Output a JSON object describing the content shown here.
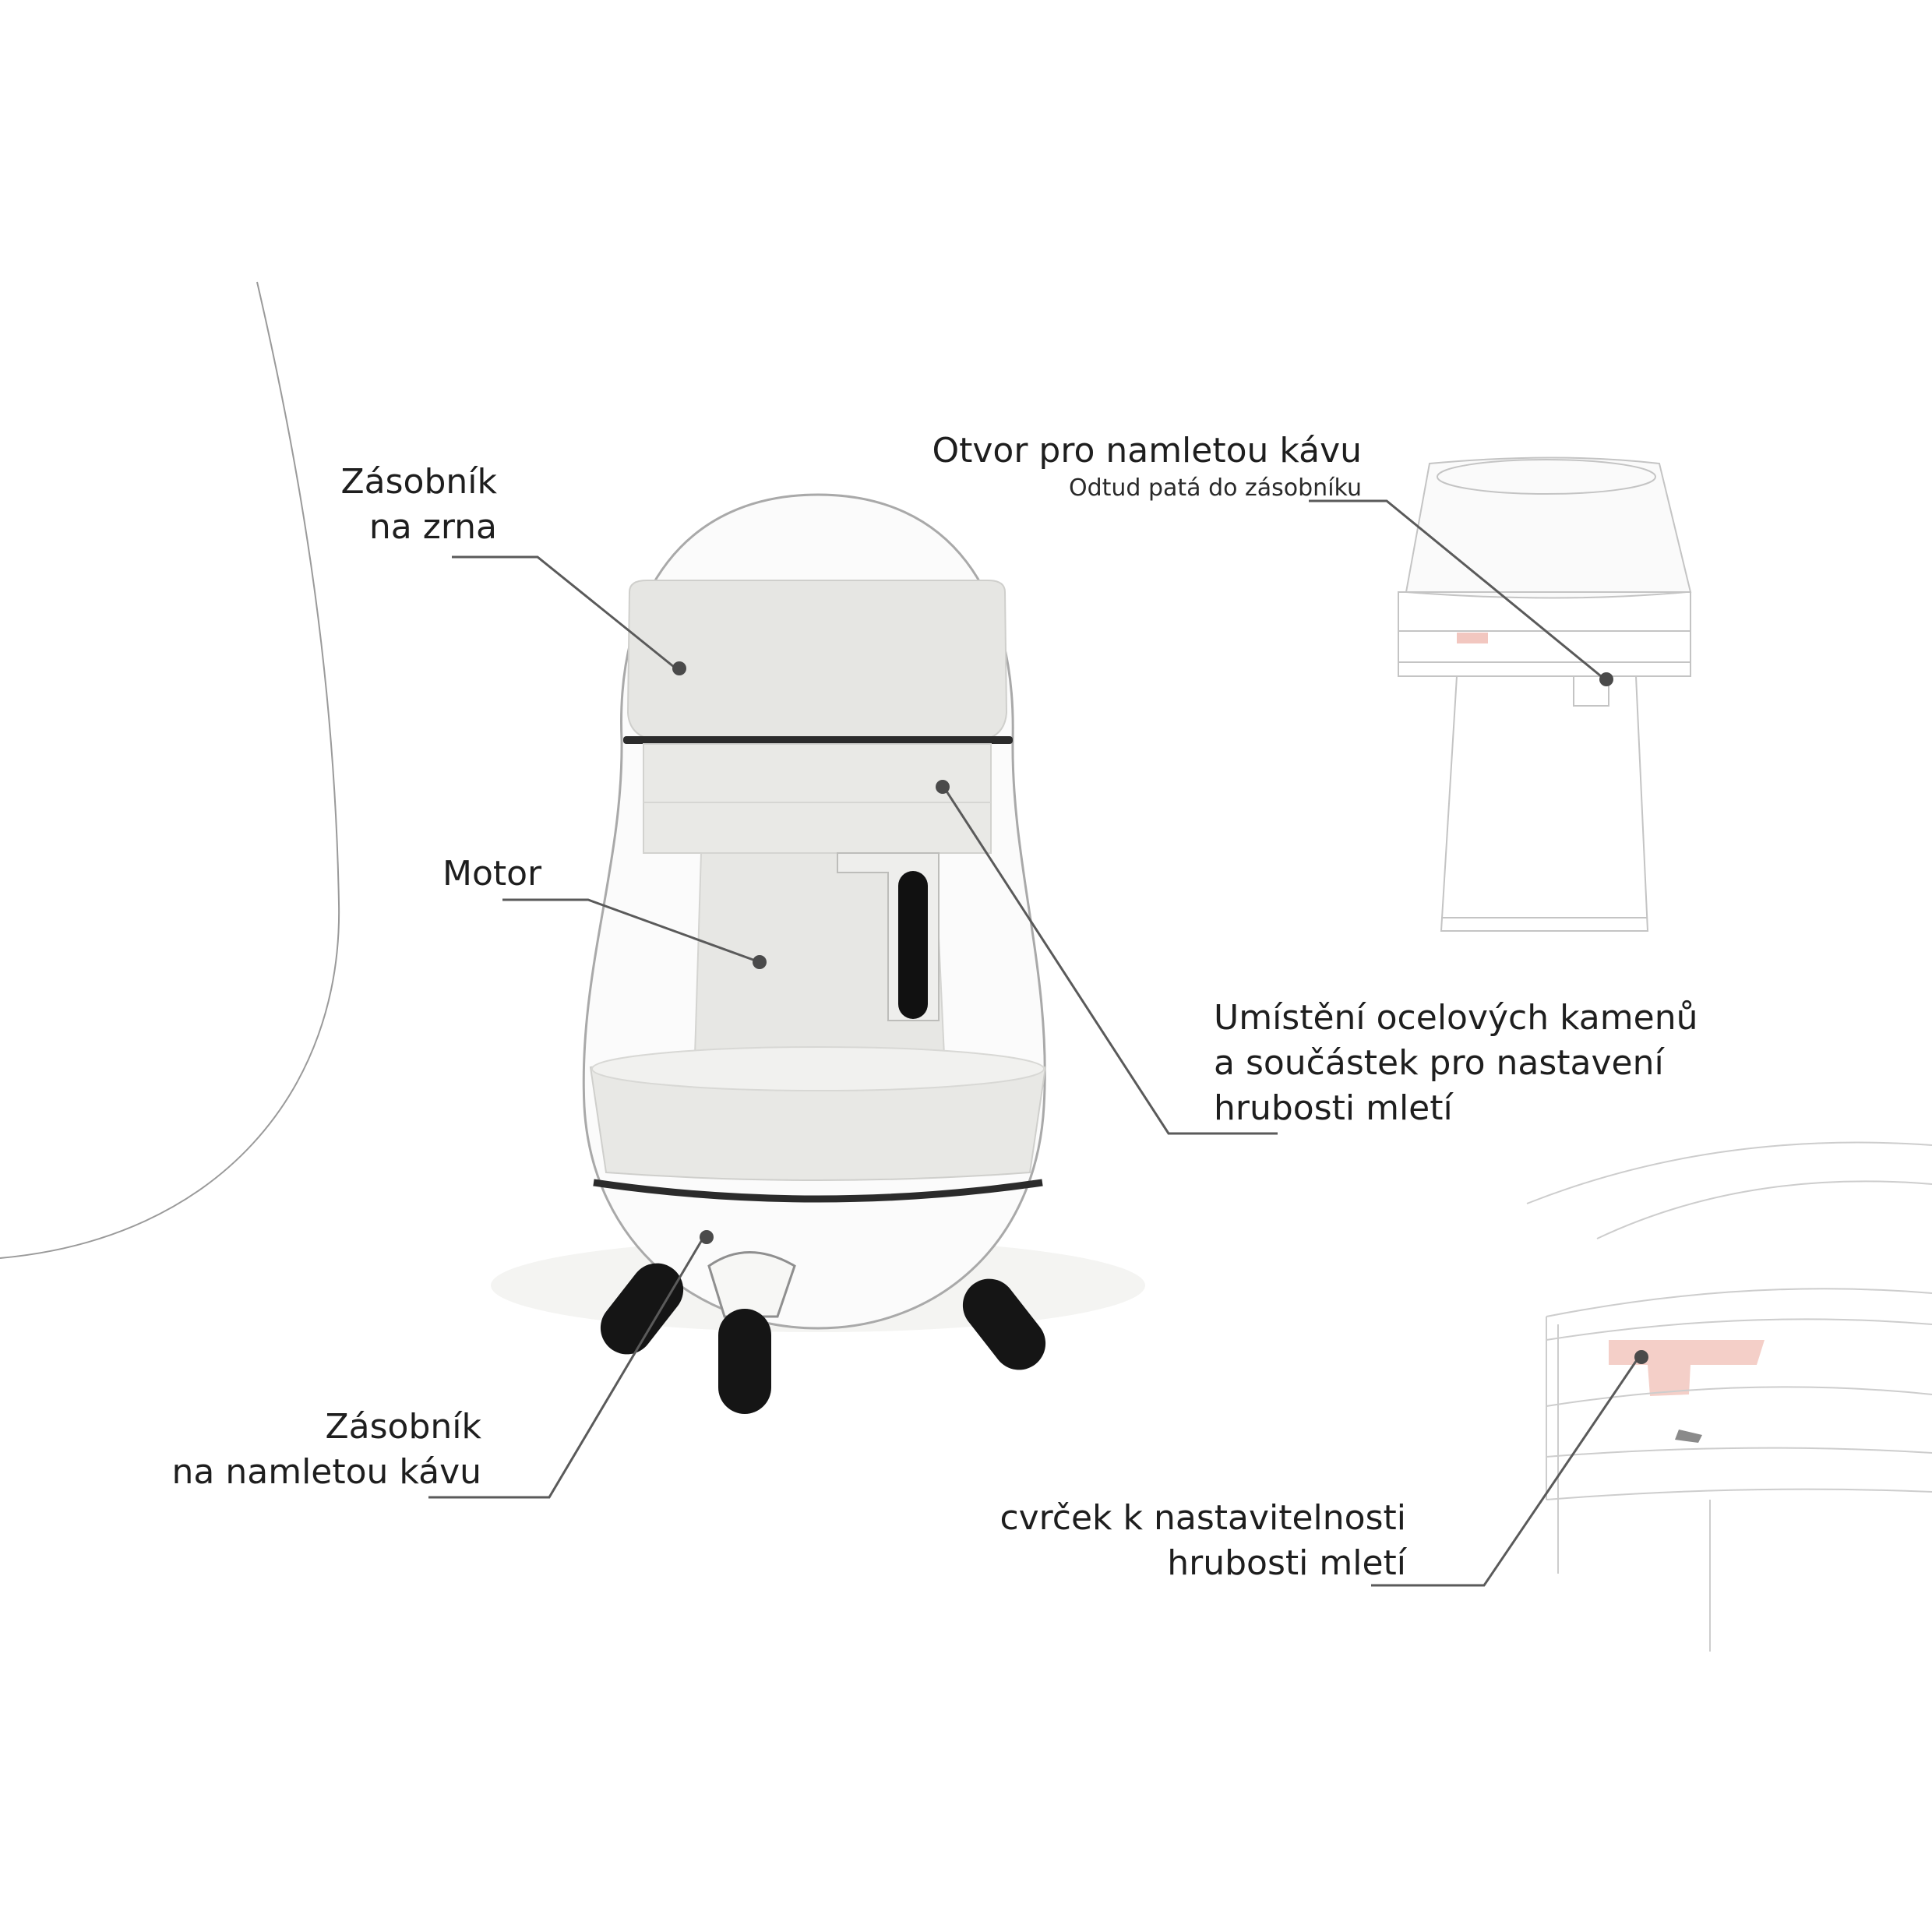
{
  "labels": {
    "bean_hopper": {
      "lines": [
        "Zásobník",
        "na zrna"
      ]
    },
    "motor": {
      "lines": [
        "Motor"
      ]
    },
    "ground_hopper": {
      "lines": [
        "Zásobník",
        "na namletou kávu"
      ]
    },
    "outlet": {
      "title": "Otvor pro namletou kávu",
      "subtitle": "Odtud patá do zásobníku"
    },
    "burr_placement": {
      "lines": [
        "Umístění ocelových kamenů",
        "a součástek pro nastavení",
        "hrubosti mletí"
      ]
    },
    "adjuster": {
      "lines": [
        "cvrček k nastavitelnosti",
        "hrubosti mletí"
      ]
    }
  },
  "colors": {
    "background": "#ffffff",
    "leader": "#5a5a5a",
    "outline": "#b5b5b5",
    "body_fill": "#e8e8e5",
    "feet": "#151515",
    "accent": "#f2c7c0"
  }
}
